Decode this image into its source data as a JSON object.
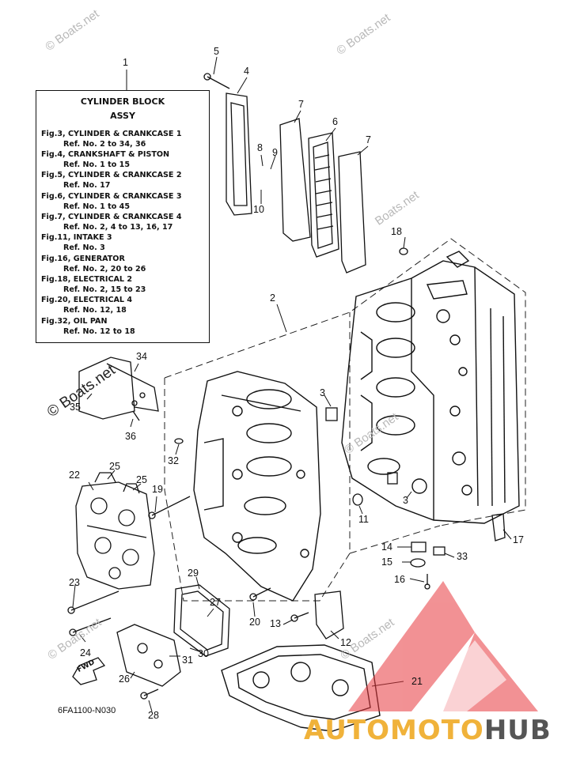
{
  "legend_box": {
    "title": "CYLINDER BLOCK",
    "subtitle": "ASSY",
    "figures": [
      {
        "fig": "Fig.3, CYLINDER & CRANKCASE 1",
        "ref": "Ref. No. 2 to 34, 36"
      },
      {
        "fig": "Fig.4, CRANKSHAFT & PISTON",
        "ref": "Ref. No. 1 to 15"
      },
      {
        "fig": "Fig.5, CYLINDER & CRANKCASE 2",
        "ref": "Ref. No. 17"
      },
      {
        "fig": "Fig.6, CYLINDER & CRANKCASE 3",
        "ref": "Ref. No. 1 to 45"
      },
      {
        "fig": "Fig.7, CYLINDER & CRANKCASE 4",
        "ref": "Ref. No. 2, 4 to 13, 16, 17"
      },
      {
        "fig": "Fig.11, INTAKE 3",
        "ref": "Ref. No. 3"
      },
      {
        "fig": "Fig.16, GENERATOR",
        "ref": "Ref. No. 2, 20 to 26"
      },
      {
        "fig": "Fig.18, ELECTRICAL 2",
        "ref": "Ref. No. 2, 15 to 23"
      },
      {
        "fig": "Fig.20, ELECTRICAL 4",
        "ref": "Ref. No. 12, 18"
      },
      {
        "fig": "Fig.32, OIL PAN",
        "ref": "Ref. No. 12 to 18"
      }
    ]
  },
  "callouts": [
    "1",
    "2",
    "3",
    "3",
    "4",
    "5",
    "6",
    "7",
    "7",
    "8",
    "9",
    "10",
    "11",
    "12",
    "13",
    "14",
    "15",
    "16",
    "17",
    "18",
    "19",
    "20",
    "21",
    "22",
    "23",
    "24",
    "25",
    "25",
    "26",
    "27",
    "28",
    "29",
    "30",
    "31",
    "32",
    "33",
    "34",
    "35",
    "36"
  ],
  "figure_code": "6FA1100-N030",
  "fwd_label": "FWD",
  "watermarks": {
    "text": "© Boats.net",
    "short": "Boats.net"
  },
  "brand": {
    "part1": "AUTOMOTO",
    "part2": "HUB",
    "colors": {
      "part1": "#f0b23a",
      "part2": "#555555",
      "logo": "#e8393e"
    }
  }
}
